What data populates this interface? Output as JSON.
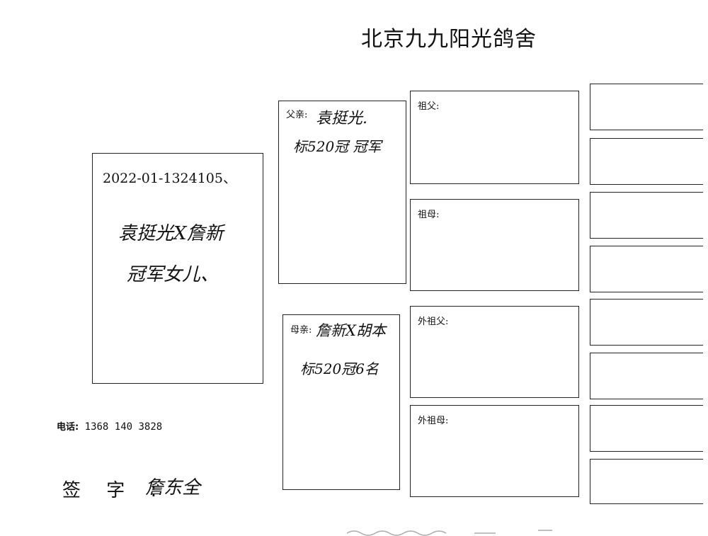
{
  "title": "北京九九阳光鸽舍",
  "main_card": {
    "ring_number": "2022-01-1324105、",
    "pairing": "袁挺光X詹新",
    "description": "冠军女儿、"
  },
  "father": {
    "label": "父亲:",
    "name": "袁挺光.",
    "note": "标520冠 冠军"
  },
  "mother": {
    "label": "母亲:",
    "name": "詹新X胡本",
    "note": "标520冠6名"
  },
  "grandparents": {
    "grandfather": "祖父:",
    "grandmother": "祖母:",
    "maternal_grandfather": "外祖父:",
    "maternal_grandmother": "外祖母:"
  },
  "contact": {
    "phone_label": "电话:",
    "phone": "1368 140 3828"
  },
  "signature": {
    "label": "签 字 :",
    "value": "詹东全"
  }
}
